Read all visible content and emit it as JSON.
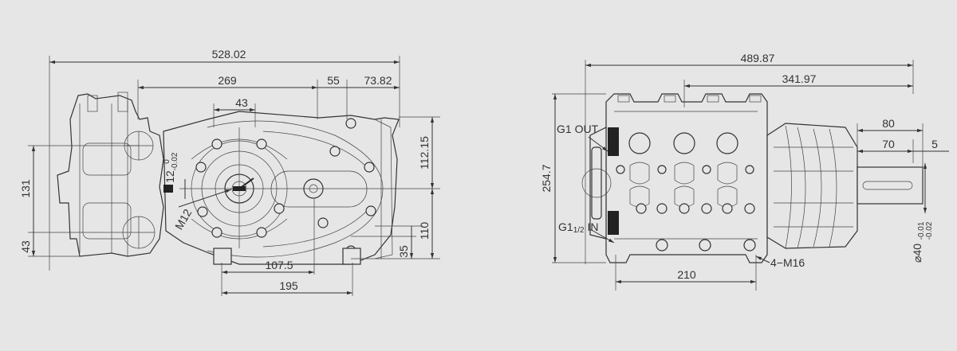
{
  "colors": {
    "background": "#e6e6e6",
    "line": "#333333"
  },
  "side_view": {
    "dims": {
      "overall_length": "528.02",
      "d269": "269",
      "d55": "55",
      "d73_82": "73.82",
      "d43_top": "43",
      "d112_15": "112.15",
      "d110": "110",
      "d35": "35",
      "d131": "131",
      "d43_left": "43",
      "d107_5": "107.5",
      "d195": "195",
      "m12": "M12",
      "shaft_key": "12",
      "key_tol_upper": "0",
      "key_tol_lower": "-0.02"
    }
  },
  "front_view": {
    "dims": {
      "overall_length": "489.87",
      "d341_97": "341.97",
      "d80": "80",
      "d70": "70",
      "d5": "5",
      "height": "254.7",
      "d210": "210",
      "bolts": "4−M16",
      "outlet": "G1 OUT",
      "inlet_prefix": "G1",
      "inlet_sub": "1/2",
      "inlet_suffix": " IN",
      "shaft_dia": "⌀40",
      "shaft_tol_upper": "-0.01",
      "shaft_tol_lower": "-0.02"
    }
  }
}
